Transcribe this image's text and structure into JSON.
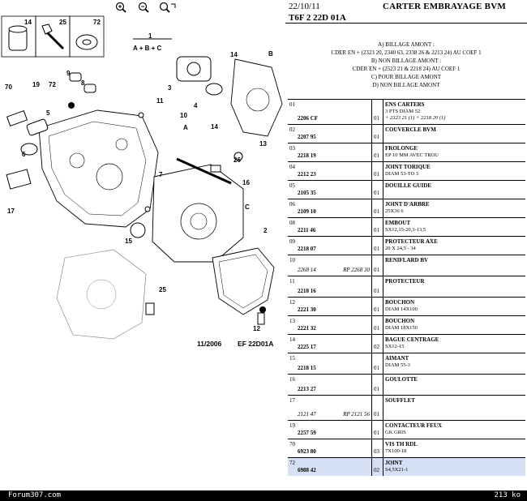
{
  "toolbar": {
    "icons": [
      "zoom-in-icon",
      "zoom-out-icon",
      "zoom-fit-icon"
    ]
  },
  "diagram": {
    "labels": {
      "l14": "14",
      "l25": "25",
      "l72": "72",
      "formula": "1",
      "formula2": "A + B + C",
      "nB": "B",
      "n14a": "14",
      "n3": "3",
      "n4": "4",
      "n9": "9",
      "n8": "8",
      "n70": "70",
      "n19": "19",
      "n72b": "72",
      "n5": "5",
      "n6": "6",
      "n11": "11",
      "n10": "10",
      "n14b": "14",
      "n13": "13",
      "nA": "A",
      "n26": "26",
      "n16": "16",
      "n7": "7",
      "n17": "17",
      "nC": "C",
      "n15": "15",
      "n2": "2",
      "n25b": "25",
      "n12": "12",
      "date": "11/2006",
      "ref": "EF 22D01A"
    }
  },
  "header": {
    "date": "22/10/11",
    "title": "CARTER EMBRAYAGE BVM",
    "subtitle": "T6F 2 22D 01A"
  },
  "notes": [
    "A) BILLAGE AMONT :",
    "CDER EN + (2323 20, 2340 63, 2338 26 & 2213 24) AU COEF 1",
    "B) NON BILLAGE AMONT :",
    "CDER EN + (2523 21 & 2218 24) AU COEF 1",
    "C) POUR BILLAGE AMONT",
    "D) NON BILLAGE AMONT"
  ],
  "rows": [
    {
      "n": "01",
      "p": "2206 CF",
      "q": "01",
      "d": "ENS CARTERS",
      "s": "3 PTS DIAM 52",
      "s2": "+ 2323 21 (1) + 2218 20 (1)"
    },
    {
      "n": "02",
      "p": "2207 95",
      "q": "01",
      "d": "COUVERCLE BVM",
      "s": ""
    },
    {
      "n": "03",
      "p": "2218 19",
      "q": "01",
      "d": "FROLONGE",
      "s": "EP 10 MM AVEC TROU"
    },
    {
      "n": "04",
      "p": "2212 23",
      "q": "01",
      "d": "JOINT TORIQUE",
      "s": "DIAM 53-TO 3"
    },
    {
      "n": "05",
      "p": "2105 35",
      "q": "01",
      "d": "DOUILLE GUIDE",
      "s": ""
    },
    {
      "n": "06",
      "p": "2109 10",
      "q": "01",
      "d": "JOINT D'ARBRE",
      "s": "25X36 6"
    },
    {
      "n": "08",
      "p": "2211 46",
      "q": "01",
      "d": "EMBOUT",
      "s": "SX12,15-20,3-13,5"
    },
    {
      "n": "09",
      "p": "2218 07",
      "q": "01",
      "d": "PROTECTEUR AXE",
      "s": "20 X 24,5 - 34"
    },
    {
      "n": "10",
      "p": "2268 14",
      "q": "01",
      "rp": "RP 2268 30",
      "d": "RENIFLARD BV",
      "s": ""
    },
    {
      "n": "11",
      "p": "2218 16",
      "q": "01",
      "d": "PROTECTEUR",
      "s": ""
    },
    {
      "n": "12",
      "p": "2221 30",
      "q": "01",
      "d": "BOUCHON",
      "s": "DIAM 14X100"
    },
    {
      "n": "13",
      "p": "2221 32",
      "q": "01",
      "d": "BOUCHON",
      "s": "DIAM 18X150"
    },
    {
      "n": "14",
      "p": "2225 17",
      "q": "02",
      "d": "BAGUE CENTRAGE",
      "s": "SX12-15"
    },
    {
      "n": "15",
      "p": "2218 15",
      "q": "01",
      "d": "AIMANT",
      "s": "DIAM 55-3"
    },
    {
      "n": "16",
      "p": "2213 27",
      "q": "01",
      "d": "GOULOTTE",
      "s": ""
    },
    {
      "n": "17",
      "p": "2121 47",
      "q": "01",
      "rp": "RP 2121 56",
      "d": "SOUFFLET",
      "s": ""
    },
    {
      "n": "19",
      "p": "2257 59",
      "q": "01",
      "d": "CONTACTEUR FEUX",
      "s": "GK     GRIS"
    },
    {
      "n": "70",
      "p": "6923 80",
      "q": "03",
      "d": "VIS TH RDL",
      "s": "7X100-18"
    },
    {
      "n": "72",
      "p": "6988 42",
      "q": "02",
      "d": "JOINT",
      "s": "S4,5X21-1"
    }
  ],
  "footer": {
    "forum": "Forum307.com",
    "size": "213 ko"
  }
}
